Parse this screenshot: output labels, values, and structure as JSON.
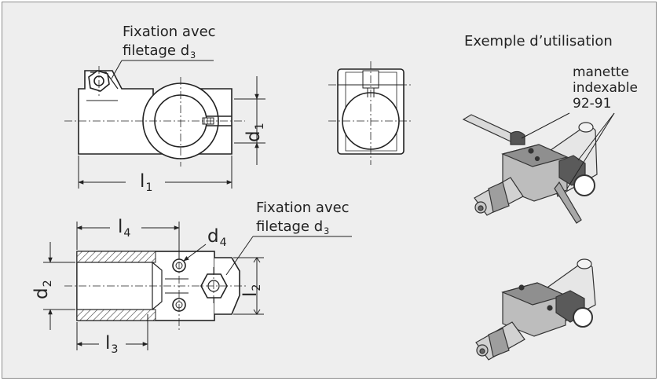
{
  "labels": {
    "fixation_1_line1": "Fixation avec",
    "fixation_1_line2": "filetage d",
    "fixation_1_sub": "3",
    "fixation_2_line1": "Fixation avec",
    "fixation_2_line2": "filetage d",
    "fixation_2_sub": "3",
    "example_title": "Exemple d’utilisation",
    "lever_line1": "manette",
    "lever_line2": "indexable",
    "lever_line3": "92-91"
  },
  "dimensions": {
    "d1": {
      "letter": "d",
      "sub": "1"
    },
    "l1": {
      "letter": "l",
      "sub": "1"
    },
    "l4": {
      "letter": "l",
      "sub": "4"
    },
    "d4": {
      "letter": "d",
      "sub": "4"
    },
    "d2": {
      "letter": "d",
      "sub": "2"
    },
    "l2": {
      "letter": "l",
      "sub": "2"
    },
    "l3": {
      "letter": "l",
      "sub": "3"
    }
  },
  "colors": {
    "panel": "#eeeeee",
    "border": "#8c8c8c",
    "part_fill": "#ffffff",
    "line": "#222222",
    "hatch": "#444444"
  }
}
